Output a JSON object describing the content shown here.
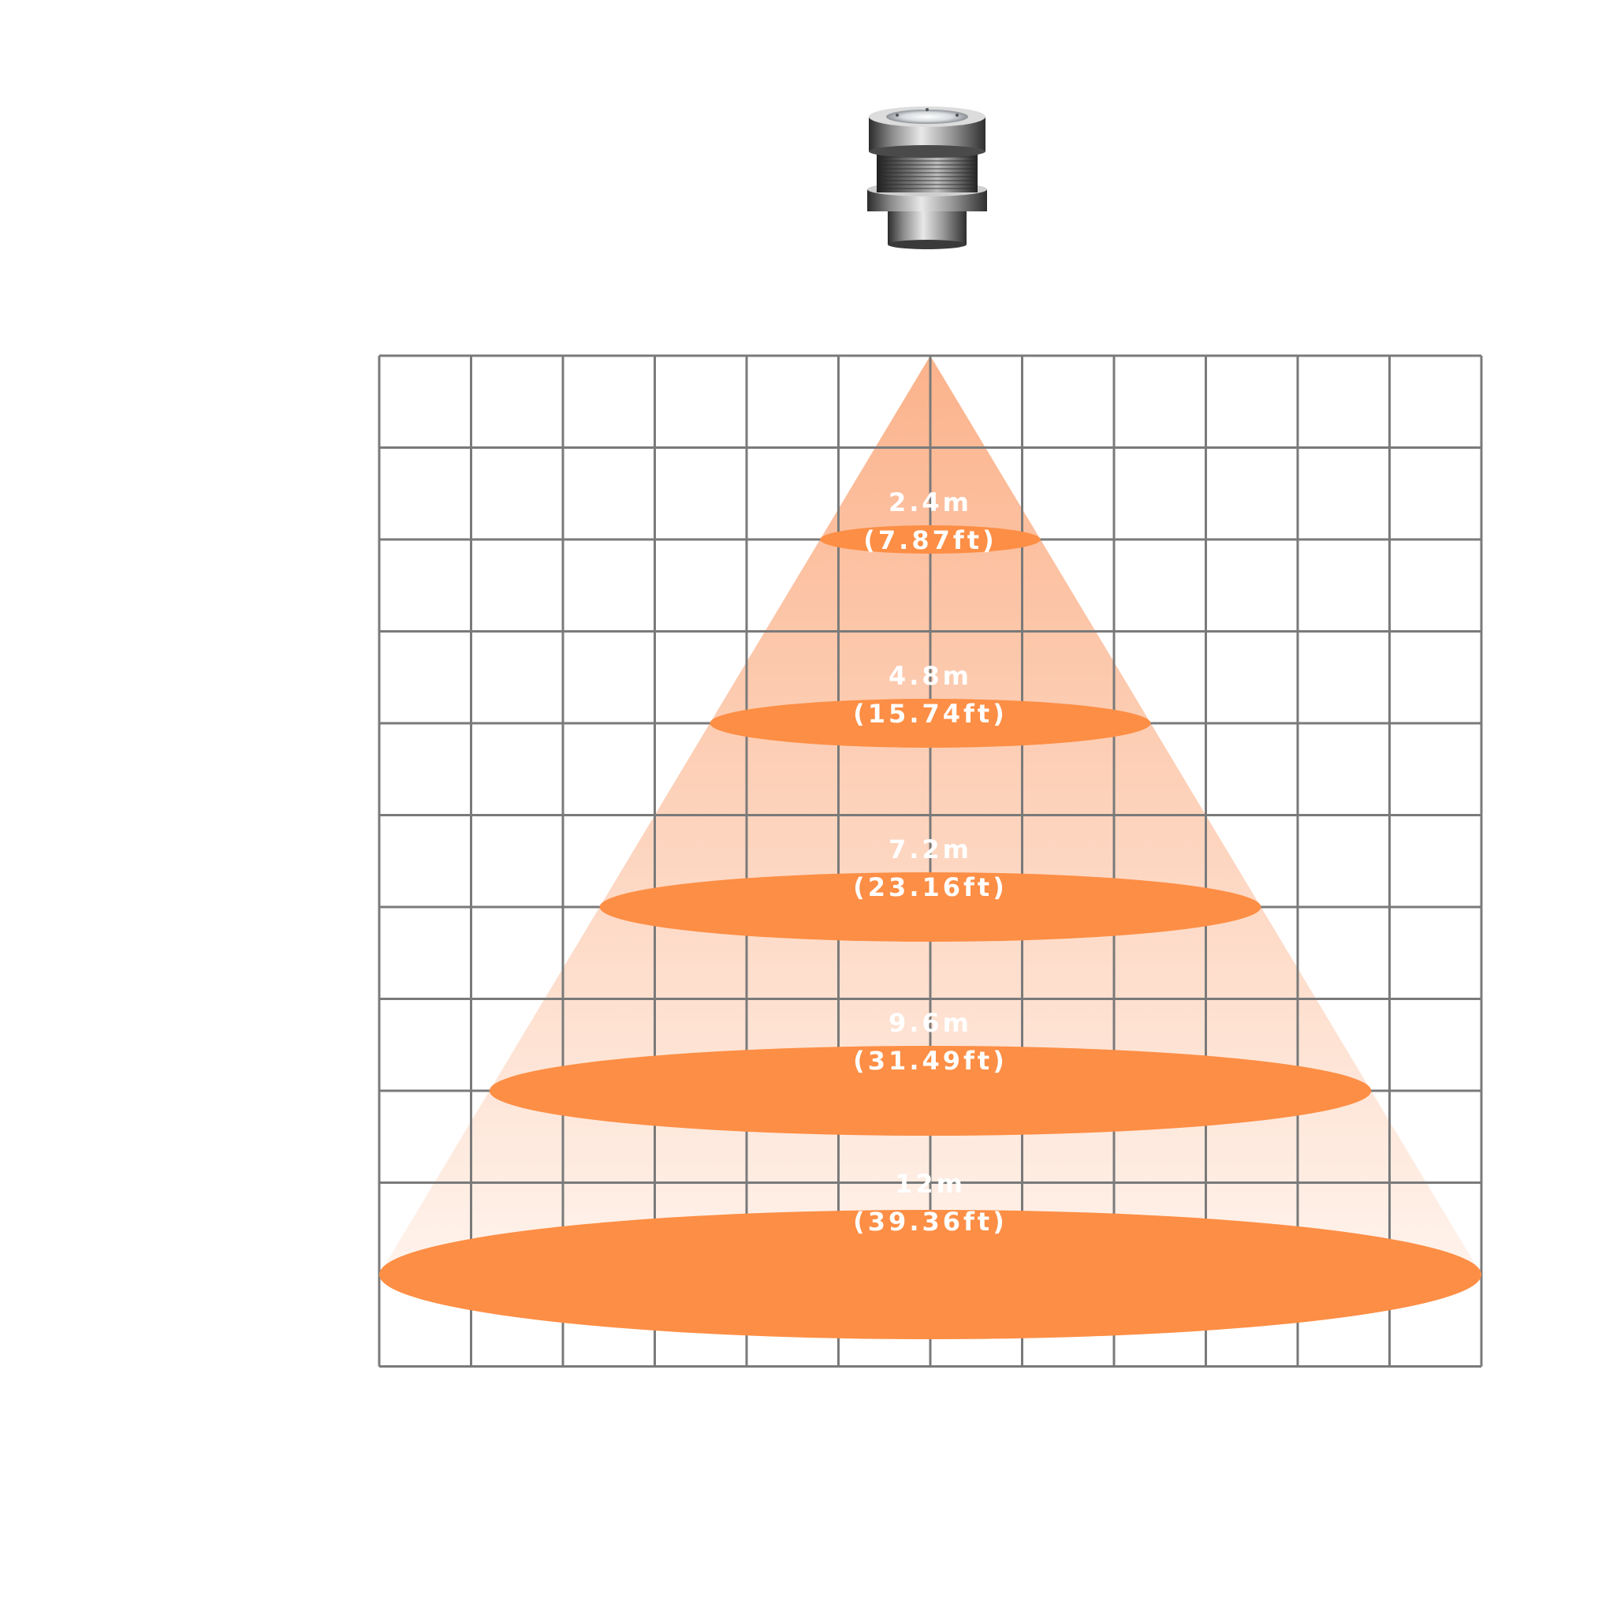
{
  "colors": {
    "background": "#ffffff",
    "grid_line": "#7a7a7a",
    "beam_top": "#fbb38c",
    "beam_bottom": "#fff3ec",
    "spot": "#fd8e45",
    "label": "#ffffff"
  },
  "device": {
    "icon": "spotlight-fixture-icon"
  },
  "grid": {
    "columns": 12,
    "rows": 11
  },
  "beam": {
    "shape": "cone",
    "direction": "down"
  },
  "levels": [
    {
      "distance": "2.4m",
      "imperial": "(7.87ft)"
    },
    {
      "distance": "4.8m",
      "imperial": "(15.74ft)"
    },
    {
      "distance": "7.2m",
      "imperial": "(23.16ft)"
    },
    {
      "distance": "9.6m",
      "imperial": "(31.49ft)"
    },
    {
      "distance": "12m",
      "imperial": "(39.36ft)"
    }
  ]
}
